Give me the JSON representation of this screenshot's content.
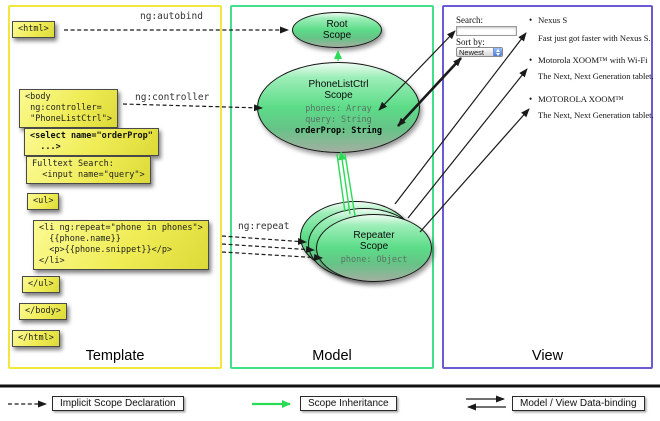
{
  "columns": {
    "template": {
      "label": "Template"
    },
    "model": {
      "label": "Model"
    },
    "view": {
      "label": "View"
    }
  },
  "annotations": {
    "autobind": "ng:autobind",
    "controller": "ng:controller",
    "repeat": "ng:repeat"
  },
  "code": {
    "html_open": "<html>",
    "body_open_l1": "<body",
    "body_open_l2": " ng:controller=",
    "body_open_l3": " \"PhoneListCtrl\">",
    "select_l1": "<select name=\"orderProp\"",
    "select_l2": "  ...>",
    "fulltext_l1": "Fulltext Search:",
    "fulltext_l2": "  <input name=\"query\">",
    "ul_open": "<ul>",
    "li_l1": "<li ng:repeat=\"phone in phones\">",
    "li_l2": "  {{phone.name}}",
    "li_l3": "  <p>{{phone.snippet}}</p>",
    "li_l4": "</li>",
    "ul_close": "</ul>",
    "body_close": "</body>",
    "html_close": "</html>"
  },
  "scopes": {
    "root": {
      "line1": "Root",
      "line2": "Scope"
    },
    "phonelist": {
      "line1": "PhoneListCtrl",
      "line2": "Scope",
      "prop1": "phones: Array",
      "prop2": "query: String",
      "prop3": "orderProp: String"
    },
    "repeater": {
      "line1": "Repeater",
      "line2": "Scope",
      "prop1": "phone: Object"
    }
  },
  "view_panel": {
    "search_label": "Search:",
    "search_value": "",
    "sort_label": "Sort by:",
    "sort_value": "Newest",
    "bullet": "•",
    "items": [
      {
        "name": "Nexus S",
        "desc": "Fast just got faster with Nexus S."
      },
      {
        "name": "Motorola XOOM™ with Wi-Fi",
        "desc": "The Next, Next Generation tablet."
      },
      {
        "name": "MOTOROLA XOOM™",
        "desc": "The Next, Next Generation tablet."
      }
    ]
  },
  "legend": {
    "implicit": "Implicit Scope Declaration",
    "inheritance": "Scope Inheritance",
    "databinding": "Model / View Data-binding"
  },
  "colors": {
    "template_border": "#f0e93c",
    "model_border": "#43e08c",
    "view_border": "#6b5bd2",
    "code_box": "#ecec4e",
    "scope_green": "#55da83",
    "inheritance_arrow": "#2bdb55"
  }
}
